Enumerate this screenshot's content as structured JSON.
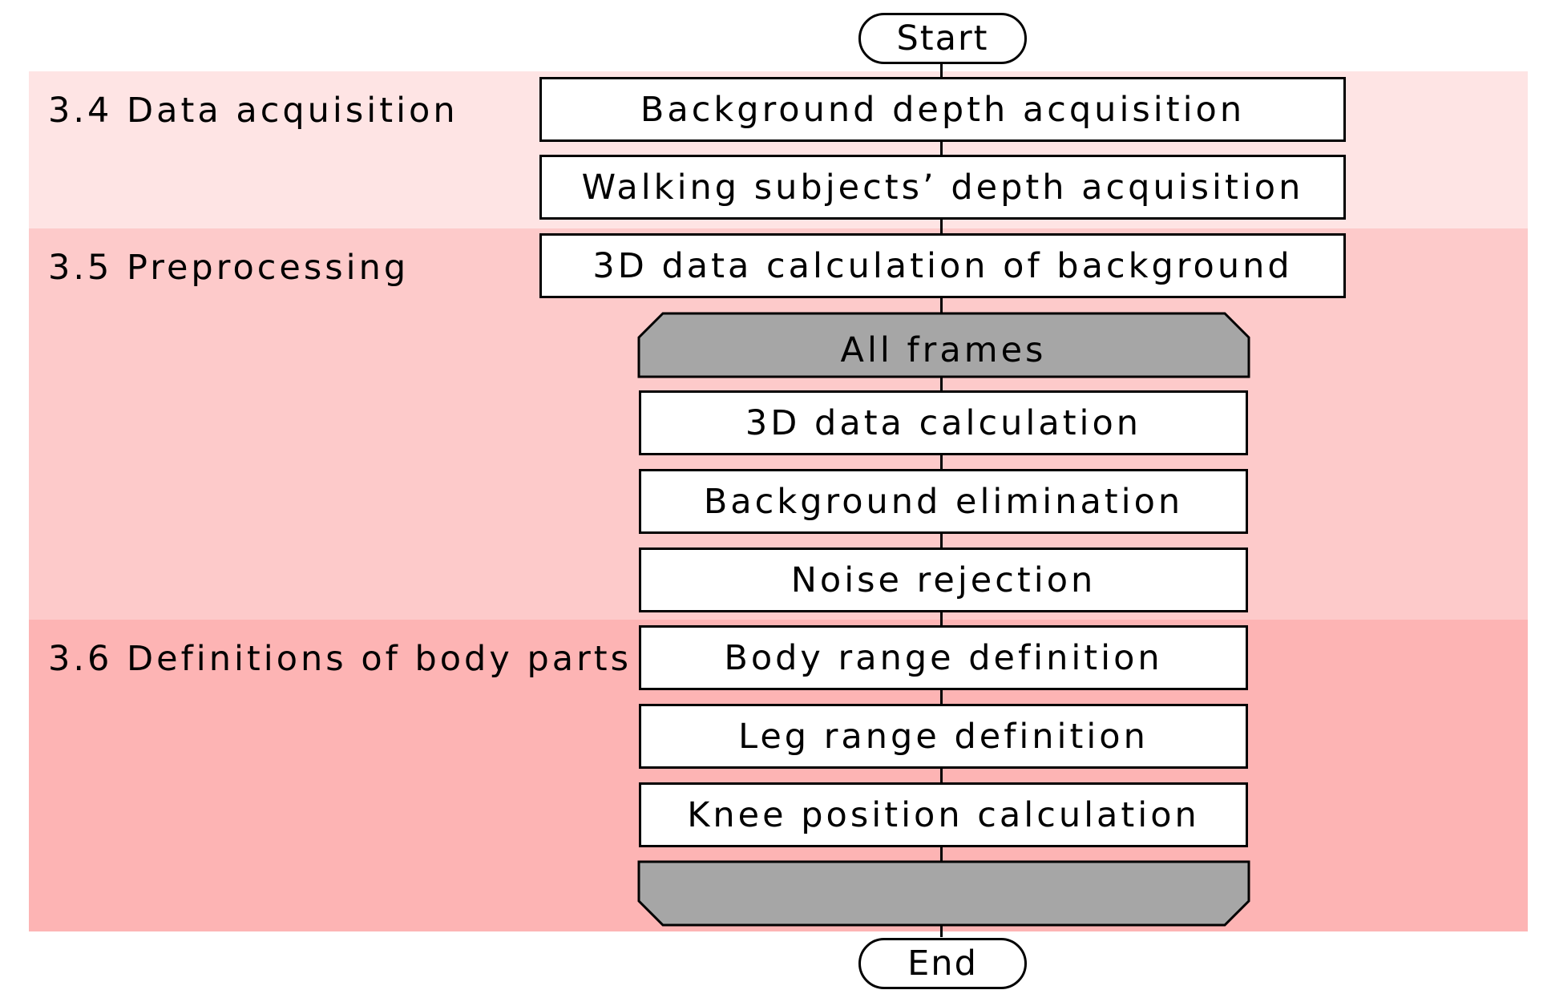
{
  "sections": [
    {
      "label": "3.4 Data acquisition"
    },
    {
      "label": "3.5 Preprocessing"
    },
    {
      "label": "3.6 Definitions of body parts"
    }
  ],
  "start": "Start",
  "end": "End",
  "steps": {
    "background_depth": "Background depth acquisition",
    "walking_depth": "Walking subjects’ depth acquisition",
    "bg_3d": "3D data calculation of background",
    "loop_label": "All frames",
    "calc_3d": "3D data calculation",
    "bg_elim": "Background elimination",
    "noise": "Noise rejection",
    "body_range": "Body range definition",
    "leg_range": "Leg range definition",
    "knee_pos": "Knee position calculation"
  },
  "colors": {
    "band_data_acquisition": "#fee4e4",
    "band_preprocessing": "#fdcaca",
    "band_definitions": "#fdb4b4",
    "loop_fill": "#a6a6a6"
  }
}
